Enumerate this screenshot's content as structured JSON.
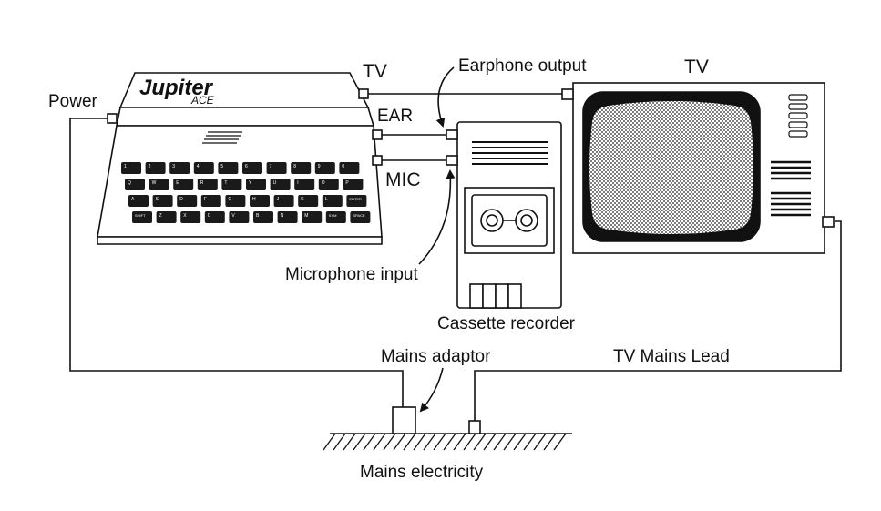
{
  "diagram": {
    "computer": {
      "brand": "Jupiter",
      "model": "ACE",
      "ports": {
        "tv": "TV",
        "ear": "EAR",
        "mic": "MIC"
      },
      "key_rows": [
        [
          "1",
          "2",
          "3",
          "4",
          "5",
          "6",
          "7",
          "8",
          "9",
          "0"
        ],
        [
          "Q",
          "W",
          "E",
          "R",
          "T",
          "Y",
          "U",
          "I",
          "O",
          "P"
        ],
        [
          "A",
          "S",
          "D",
          "F",
          "G",
          "H",
          "J",
          "K",
          "L",
          "ENTER"
        ],
        [
          "SHIFT",
          "Z",
          "X",
          "C",
          "V",
          "B",
          "N",
          "M",
          "SYM",
          "SPACE"
        ]
      ]
    },
    "labels": {
      "power": "Power",
      "tv_port": "TV",
      "ear_port": "EAR",
      "mic_port": "MIC",
      "earphone_output": "Earphone output",
      "tv": "TV",
      "microphone_input": "Microphone input",
      "cassette_recorder": "Cassette recorder",
      "mains_adaptor": "Mains adaptor",
      "tv_mains_lead": "TV Mains Lead",
      "mains_electricity": "Mains electricity"
    },
    "colors": {
      "ink": "#111111",
      "paper": "#ffffff",
      "key": "#1a1a1a"
    }
  }
}
